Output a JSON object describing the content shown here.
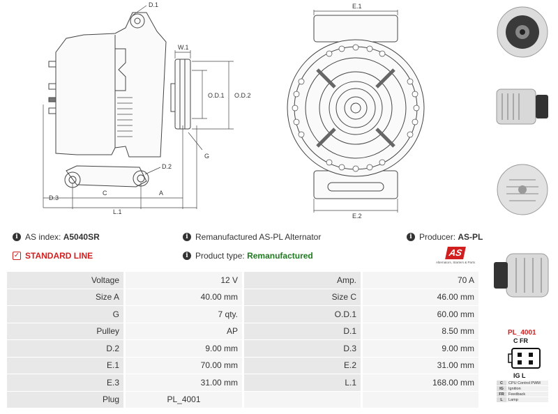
{
  "drawing": {
    "labels": {
      "d1": "D.1",
      "w1": "W.1",
      "od1": "O.D.1",
      "od2": "O.D.2",
      "g": "G",
      "d2": "D.2",
      "d3": "D.3",
      "c": "C",
      "a": "A",
      "l1": "L.1",
      "e1": "E.1",
      "e2": "E.2"
    }
  },
  "info": {
    "as_index_label": "AS index:",
    "as_index_value": "A5040SR",
    "description": "Remanufactured AS-PL Alternator",
    "producer_label": "Producer:",
    "producer_value": "AS-PL",
    "standard_line": "STANDARD LINE",
    "product_type_label": "Product type:",
    "product_type_value": "Remanufactured"
  },
  "brand": {
    "logo": "AS",
    "tagline": "Alternators, Starters & Parts"
  },
  "specs": [
    {
      "k1": "Voltage",
      "v1": "12 V",
      "k2": "Amp.",
      "v2": "70 A"
    },
    {
      "k1": "Size A",
      "v1": "40.00 mm",
      "k2": "Size C",
      "v2": "46.00 mm"
    },
    {
      "k1": "G",
      "v1": "7 qty.",
      "k2": "O.D.1",
      "v2": "60.00 mm"
    },
    {
      "k1": "Pulley",
      "v1": "AP",
      "k2": "D.1",
      "v2": "8.50 mm"
    },
    {
      "k1": "D.2",
      "v1": "9.00 mm",
      "k2": "D.3",
      "v2": "9.00 mm"
    },
    {
      "k1": "E.1",
      "v1": "70.00 mm",
      "k2": "E.2",
      "v2": "31.00 mm"
    },
    {
      "k1": "E.3",
      "v1": "31.00 mm",
      "k2": "L.1",
      "v2": "168.00 mm"
    },
    {
      "k1": "Plug",
      "v1": "PL_4001",
      "k2": "",
      "v2": ""
    }
  ],
  "plug": {
    "title": "PL_4001",
    "pins_top": "C   FR",
    "pins_bottom": "IG   L",
    "legend": [
      {
        "code": "C",
        "desc": "CPU Control PWM"
      },
      {
        "code": "IG",
        "desc": "Ignition"
      },
      {
        "code": "FR",
        "desc": "Feedback"
      },
      {
        "code": "L",
        "desc": "Lamp"
      }
    ]
  },
  "photos": {
    "icon_names": [
      "alternator-front-photo",
      "alternator-side-photo",
      "alternator-rear-photo",
      "alternator-angle-photo"
    ]
  }
}
